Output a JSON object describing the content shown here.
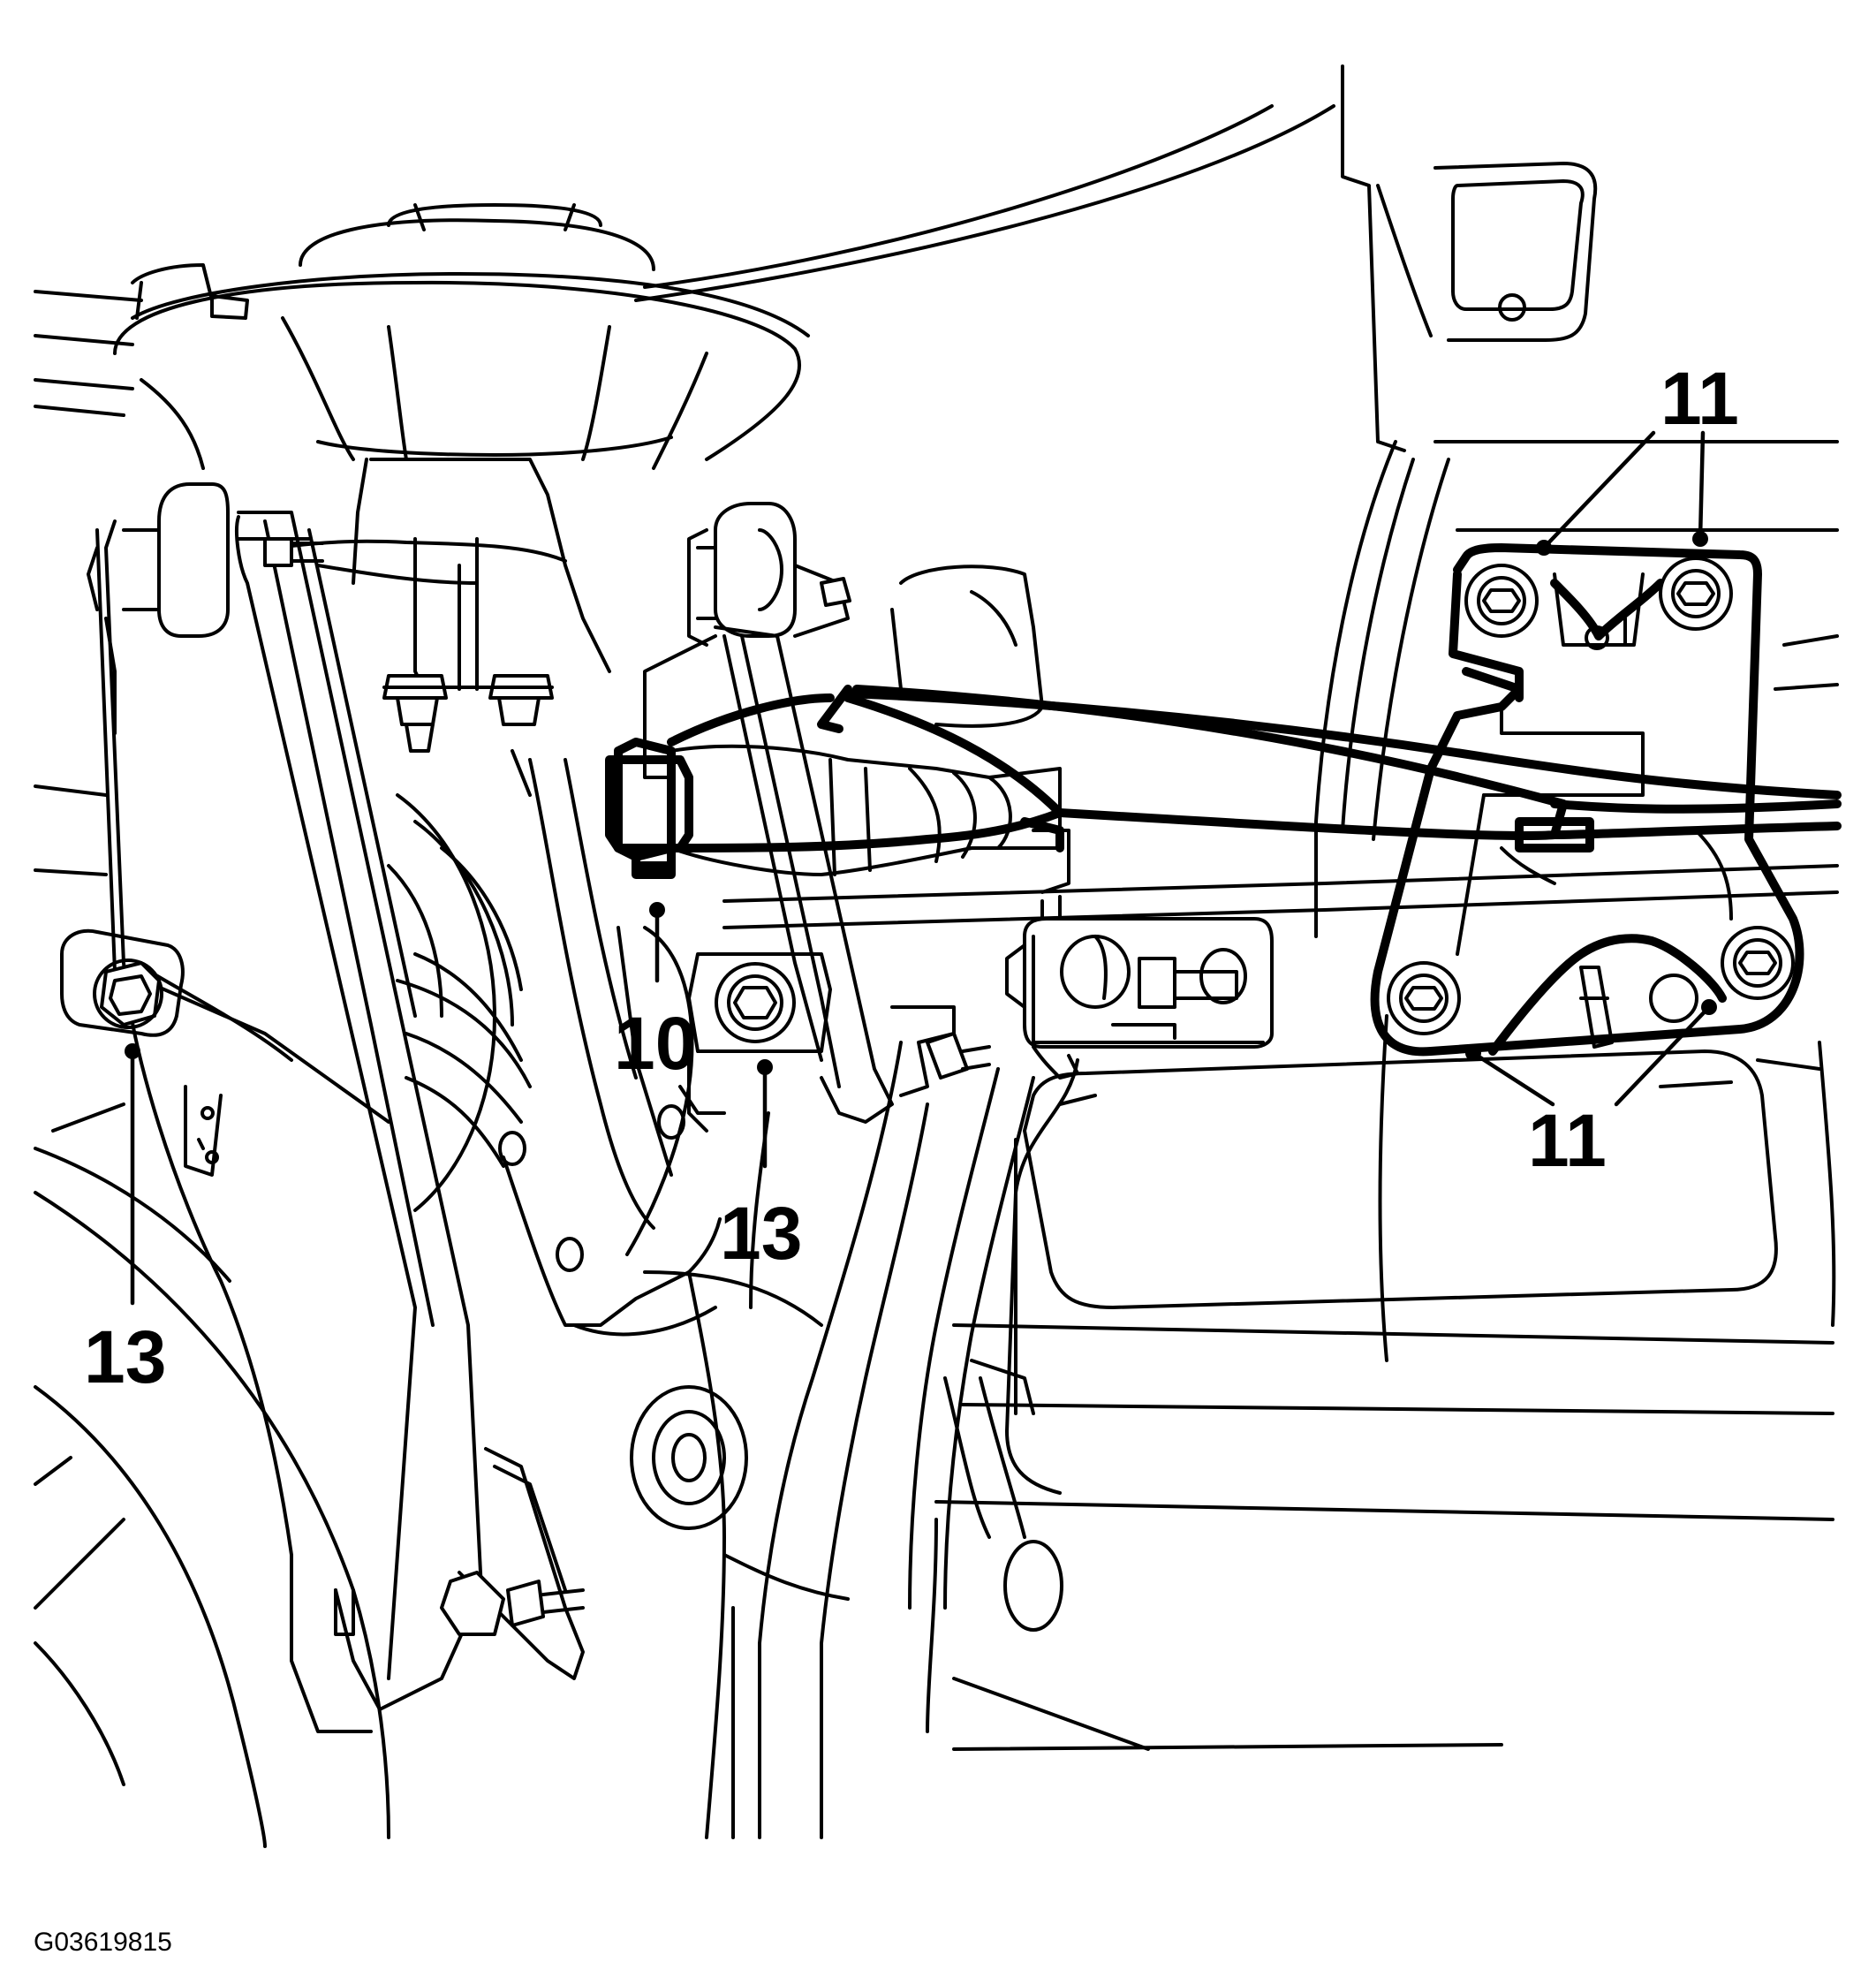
{
  "diagram": {
    "figure_id": "G03619815",
    "callouts": [
      {
        "id": "c11-top",
        "label": "11"
      },
      {
        "id": "c11-bottom",
        "label": "11"
      },
      {
        "id": "c10",
        "label": "10"
      },
      {
        "id": "c13-left",
        "label": "13"
      },
      {
        "id": "c13-center",
        "label": "13"
      }
    ]
  }
}
